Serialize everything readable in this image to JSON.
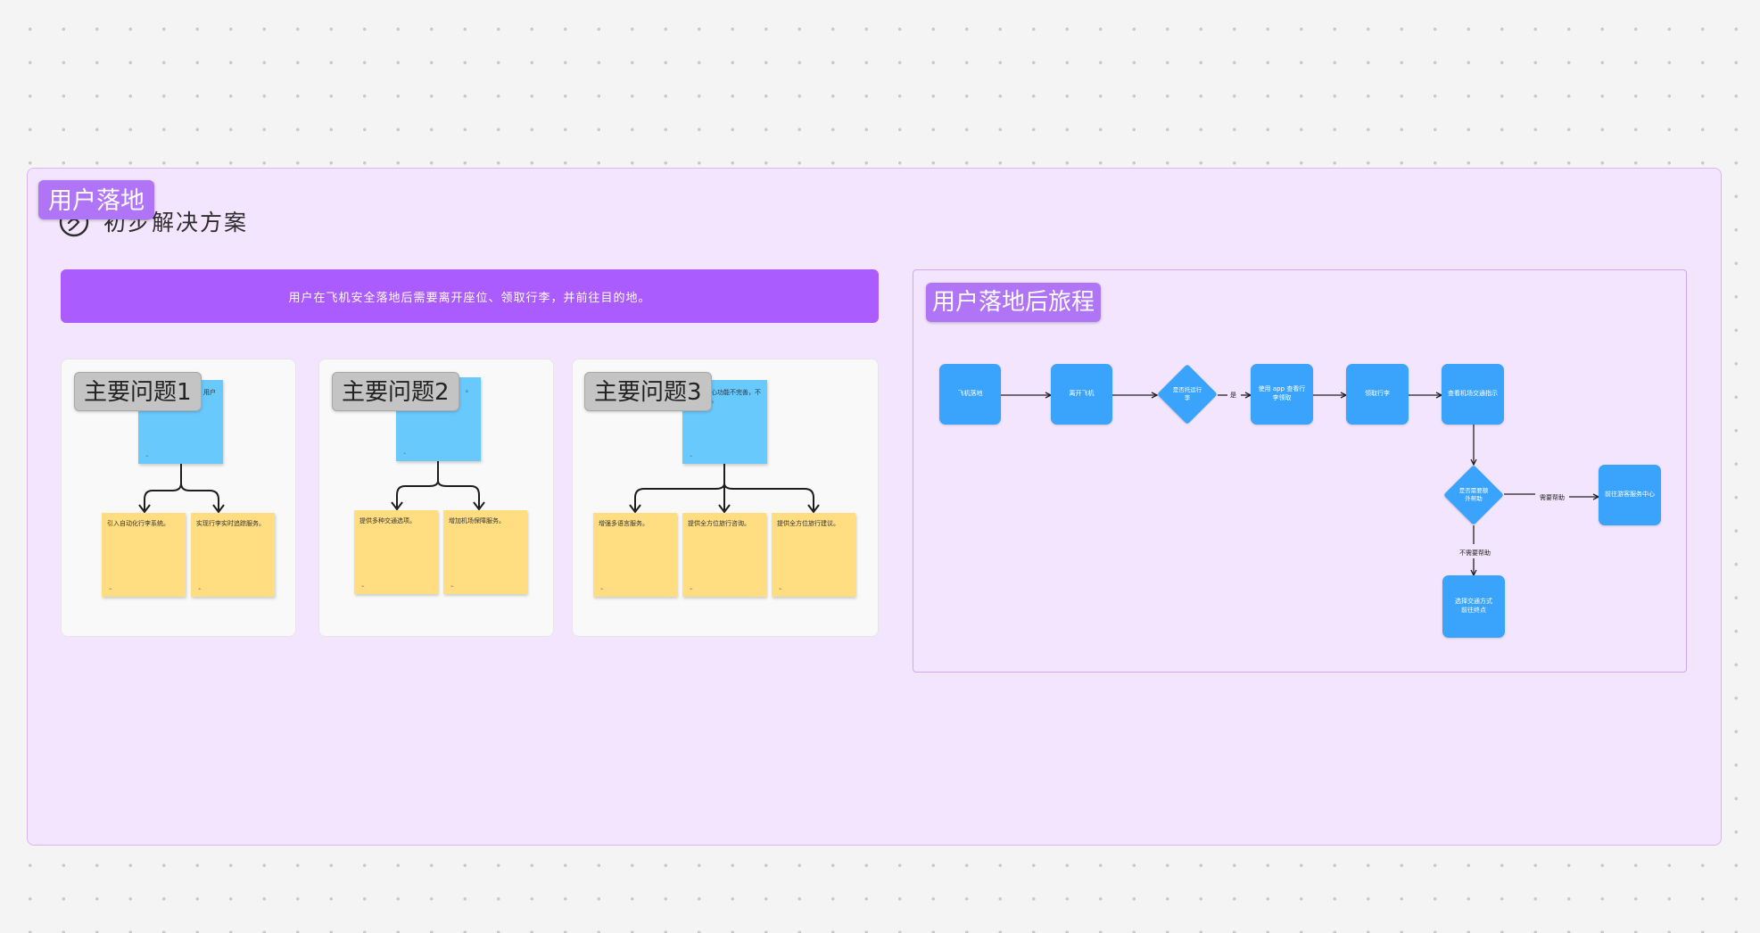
{
  "section": {
    "tag": "用户落地",
    "heading": "初步解决方案",
    "banner": "用户在飞机安全落地后需要离开座位、领取行李，并前往目的地。"
  },
  "problems": [
    {
      "tag": "主要问题1",
      "issue": "用户",
      "solutions": [
        "引入自动化行李系统。",
        "实现行李实时追踪服务。"
      ]
    },
    {
      "tag": "主要问题2",
      "issue": "。",
      "solutions": [
        "提供多种交通选项。",
        "增加机场保障服务。"
      ]
    },
    {
      "tag": "主要问题3",
      "issue": "中心功能不完善，不足。",
      "solutions": [
        "增强多语言服务。",
        "提供全方位旅行咨询。",
        "提供全方位旅行建议。"
      ]
    }
  ],
  "journey": {
    "title": "用户落地后旅程",
    "nodes": {
      "n1": "飞机落地",
      "n2": "离开飞机",
      "d1": "是否托运行李",
      "n3": "使用 app 查看行李领取",
      "n4": "领取行李",
      "n5": "查看机场交通指示",
      "d2": "是否需要额外帮助",
      "n6": "前往游客服务中心",
      "n7": "选择交通方式前往终点"
    },
    "edges": {
      "yes": "是",
      "need_help": "需要帮助",
      "no_help": "不需要帮助"
    }
  },
  "colors": {
    "section_bg": "#f3e5fd",
    "tag_purple": "#b074f6",
    "banner_purple": "#ab5cff",
    "note_blue": "#68c9fd",
    "note_yellow": "#ffdd80",
    "flow_blue": "#3aa3fb"
  }
}
